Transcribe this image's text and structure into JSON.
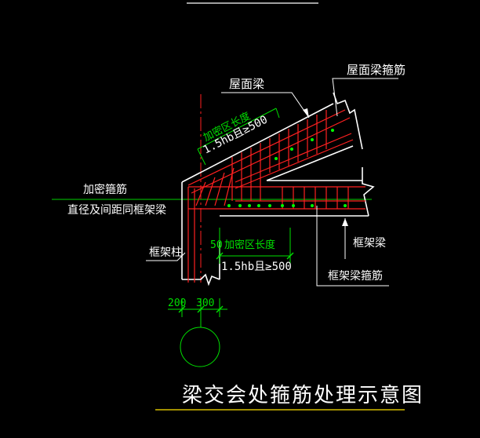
{
  "title": "梁交会处箍筋处理示意图",
  "labels": {
    "roof_beam": "屋面梁",
    "roof_beam_stirrup": "屋面梁箍筋",
    "add_stirrup": "加密箍筋",
    "add_stirrup_note": "直径及间距同框架梁",
    "frame_beam": "框架梁",
    "frame_column": "框架柱",
    "frame_beam_stirrup": "框架梁箍筋"
  },
  "dims": {
    "dense_zone_upper": "加密区长度",
    "dense_zone_upper_value": "1.5hb且≥500",
    "dense_zone_lower_prefix": "50",
    "dense_zone_lower": "加密区长度",
    "dense_zone_lower_value": "1.5hb且≥500",
    "col_left": "200",
    "col_right": "300"
  },
  "colors": {
    "background": "#000000",
    "outline": "#ffffff",
    "rebar": "#ff2020",
    "dimension": "#00e000",
    "centerline": "#00d000",
    "stirrup_dots": "#00ff00",
    "title_underline": "#ffe100"
  }
}
